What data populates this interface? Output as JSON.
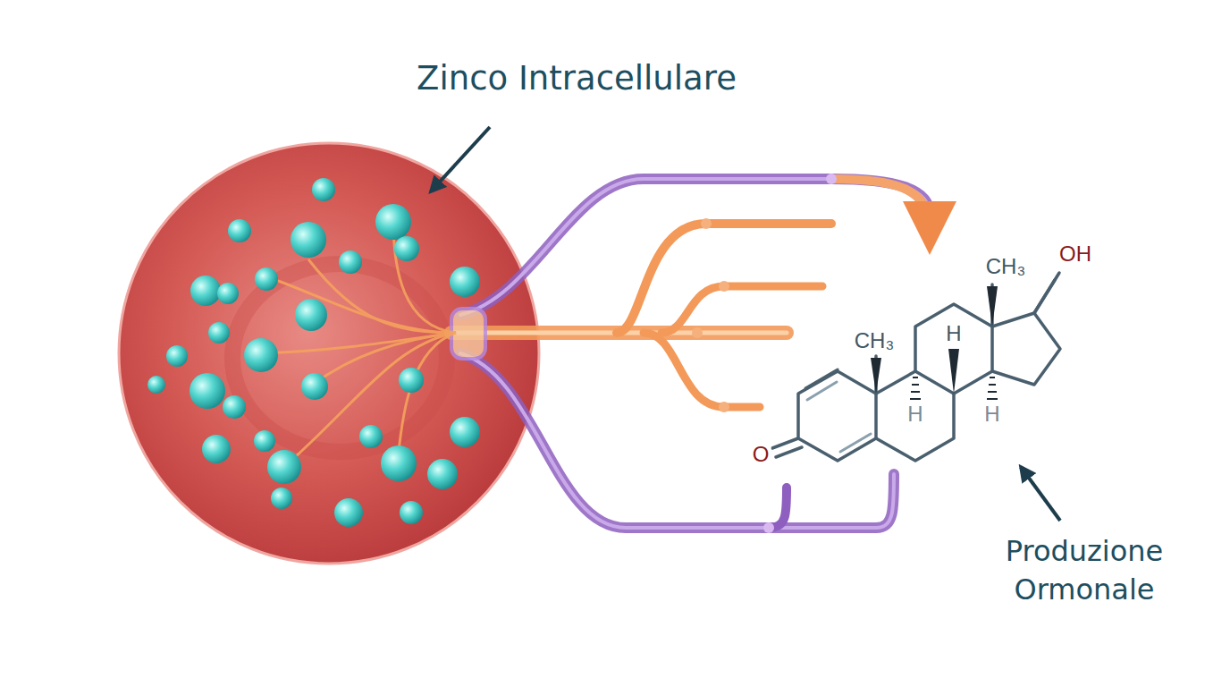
{
  "diagram": {
    "labels": [
      "Zinco Intracellulare",
      "CH₃",
      "OH",
      "CH₃",
      "H",
      "H",
      "H",
      "O",
      "Produzione Ormonale"
    ]
  }
}
